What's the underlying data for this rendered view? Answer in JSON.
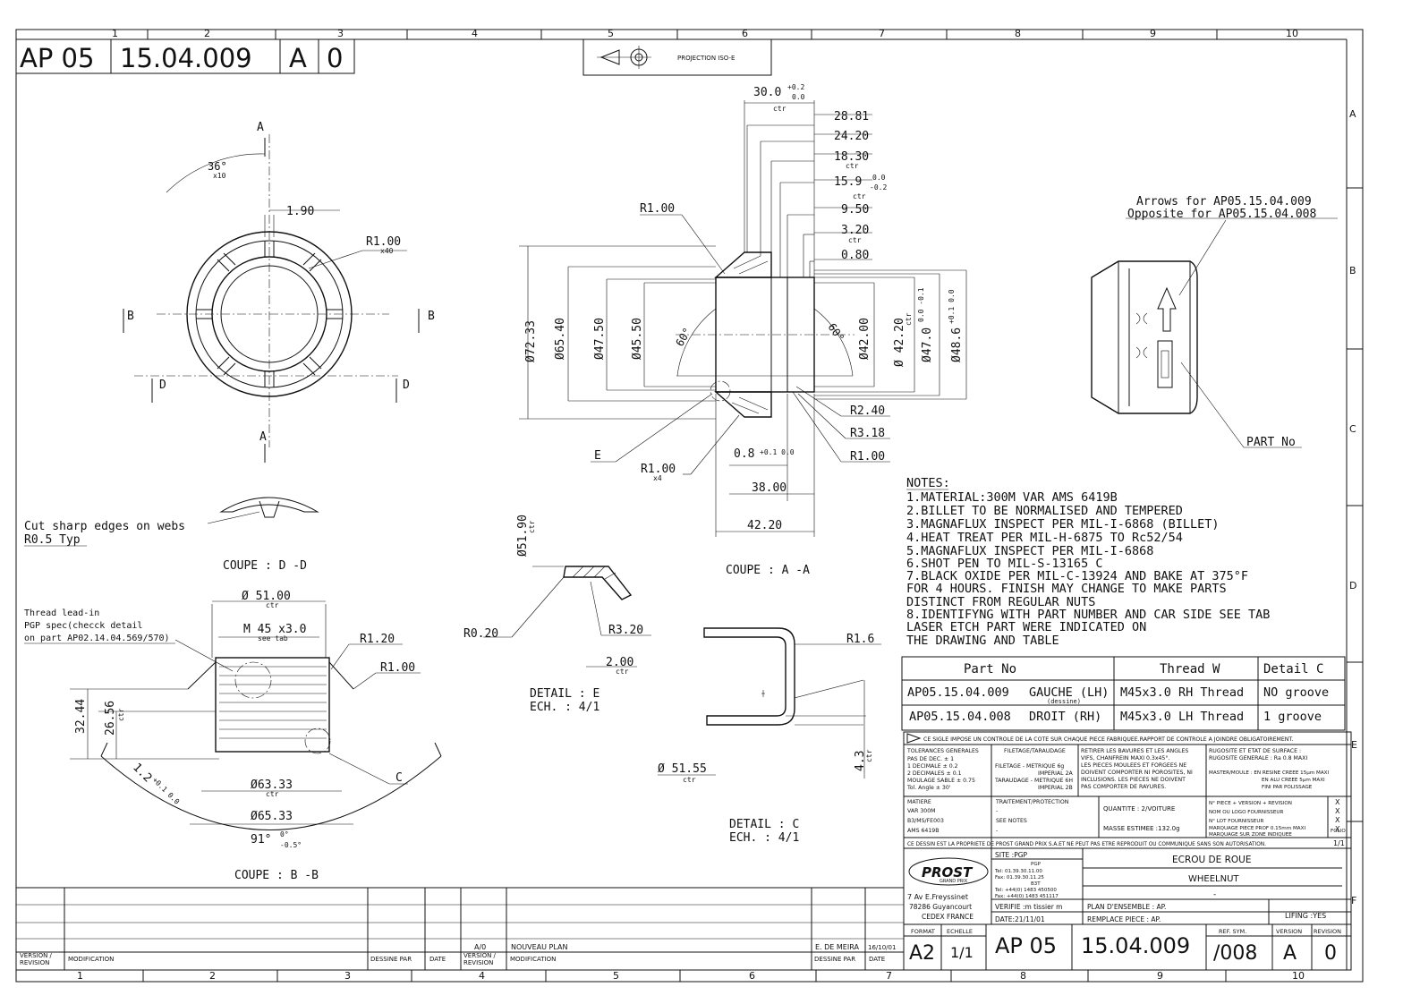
{
  "header": {
    "code_prefix": "AP 05",
    "code_number": "15.04.009",
    "code_version": "A",
    "code_revision": "0",
    "projection": "PROJECTION ISO-E"
  },
  "grid": {
    "columns": [
      "1",
      "2",
      "3",
      "4",
      "5",
      "6",
      "7",
      "8",
      "9",
      "10"
    ],
    "rows": [
      "A",
      "B",
      "C",
      "D",
      "E",
      "F"
    ]
  },
  "views": {
    "section_markers": [
      "A",
      "A",
      "B",
      "B",
      "D",
      "D"
    ],
    "front_angle": "36°",
    "front_angle_mult": "x10",
    "front_dim_190": "1.90",
    "front_r100": "R1.00",
    "front_r100_mult": "x40",
    "webs_note_line1": "Cut sharp edges on webs",
    "webs_note_line2": "R0.5 Typ",
    "coupe_dd": "COUPE : D -D",
    "coupe_bb": "COUPE : B -B",
    "coupe_aa": "COUPE : A -A",
    "thread_note_line1": "Thread lead-in",
    "thread_note_line2": "PGP spec(checck detail",
    "thread_note_line3": "on part AP02.14.04.569/570)",
    "bb_d51": "Ø 51.00",
    "bb_ctr1": "ctr",
    "bb_m45": "M 45 x3.0",
    "bb_seetab": "see tab",
    "bb_r120": "R1.20",
    "bb_r100": "R1.00",
    "bb_3244": "32.44",
    "bb_2656": "26.56",
    "bb_ctr2": "ctr",
    "bb_12": "1.2",
    "bb_12_tol": "+0.1 0.0",
    "bb_c": "C",
    "bb_d6333": "Ø63.33",
    "bb_ctr3": "ctr",
    "bb_d6533": "Ø65.33",
    "bb_91": "91°",
    "bb_91_tol_up": "0°",
    "bb_91_tol_dn": "-0.5°",
    "aa_300": "30.0",
    "aa_300_tol_up": "+0.2",
    "aa_300_tol_dn": "0.0",
    "aa_ctr": "ctr",
    "aa_2881": "28.81",
    "aa_2420": "24.20",
    "aa_1830": "18.30",
    "aa_1830_ctr": "ctr",
    "aa_159": "15.9",
    "aa_159_tol_up": "0.0",
    "aa_159_tol_dn": "-0.2",
    "aa_159_ctr": "ctr",
    "aa_950": "9.50",
    "aa_320": "3.20",
    "aa_320_ctr": "ctr",
    "aa_080": "0.80",
    "aa_r100_top": "R1.00",
    "aa_d7233": "Ø72.33",
    "aa_d6540": "Ø65.40",
    "aa_d4750": "Ø47.50",
    "aa_d4550": "Ø45.50",
    "aa_60a": "60°",
    "aa_60b": "60°",
    "aa_d4200": "Ø42.00",
    "aa_d4220": "Ø 42.20",
    "aa_d4220_ctr": "ctr",
    "aa_d470": "Ø47.0",
    "aa_d470_tol": "0.0 -0.1",
    "aa_d486": "Ø48.6",
    "aa_d486_tol": "+0.1 0.0",
    "aa_r240": "R2.40",
    "aa_r318": "R3.18",
    "aa_r100b": "R1.00",
    "aa_e": "E",
    "aa_r100x4": "R1.00",
    "aa_x4": "x4",
    "aa_08": "0.8",
    "aa_08_tol": "+0.1 0.0",
    "aa_3800": "38.00",
    "aa_4220": "42.20",
    "det_e_d5190": "Ø51.90",
    "det_e_ctr": "ctr",
    "det_e_r020": "R0.20",
    "det_e_r320": "R3.20",
    "det_e_200": "2.00",
    "det_e_ctr2": "ctr",
    "det_e_title": "DETAIL : E",
    "det_e_scale": "ECH. : 4/1",
    "det_c_r16": "R1.6",
    "det_c_d5155": "Ø 51.55",
    "det_c_ctr": "ctr",
    "det_c_43": "4.3",
    "det_c_43_ctr": "ctr",
    "det_c_title": "DETAIL : C",
    "det_c_scale": "ECH. : 4/1",
    "iso_arrows1": "Arrows for AP05.15.04.009",
    "iso_arrows2": "Opposite for AP05.15.04.008",
    "iso_partno": "PART No"
  },
  "notes": {
    "title": "NOTES:",
    "lines": [
      "1.MATERIAL:300M VAR AMS 6419B",
      "2.BILLET TO BE NORMALISED AND TEMPERED",
      "3.MAGNAFLUX INSPECT PER MIL-I-6868 (BILLET)",
      "4.HEAT TREAT PER MIL-H-6875 TO Rc52/54",
      "5.MAGNAFLUX INSPECT PER MIL-I-6868",
      "6.SHOT PEN TO MIL-S-13165 C",
      "7.BLACK OXIDE PER MIL-C-13924 AND BAKE AT 375°F",
      "  FOR 4 HOURS. FINISH MAY CHANGE TO MAKE PARTS",
      "  DISTINCT FROM REGULAR NUTS",
      "8.IDENTIFYNG WITH PART NUMBER AND CAR SIDE SEE TAB",
      "  LASER ETCH PART WERE INDICATED ON",
      "  THE DRAWING AND TABLE"
    ]
  },
  "part_table": {
    "headers": [
      "Part No",
      "Thread W",
      "Detail C"
    ],
    "rows": [
      {
        "part": "AP05.15.04.009",
        "side": "GAUCHE (LH)",
        "side_sub": "(dessine)",
        "thread": "M45x3.0 RH Thread",
        "detail": "NO groove"
      },
      {
        "part": "AP05.15.04.008",
        "side": "DROIT (RH)",
        "side_sub": "",
        "thread": "M45x3.0 LH Thread",
        "detail": "1 groove"
      }
    ]
  },
  "title_block": {
    "control_note": "CE SIGLE IMPOSE UN CONTROLE DE LA COTE SUR CHAQUE PIECE FABRIQUEE.RAPPORT DE CONTROLE A JOINDRE OBLIGATOIREMENT.",
    "tol_title": "TOLERANCES GENERALES",
    "tol_rows": [
      "PAS DE DEC.  ± 1",
      "1 DECIMALE  ± 0.2",
      "2 DECIMALES ± 0.1",
      "MOULAGE SABLE ± 0.75",
      "Tol. Angle ± 30'"
    ],
    "thread_title": "FILETAGE/TARAUDAGE",
    "thread_rows": [
      "FILETAGE - METRIQUE 6g",
      "IMPERIAL 2A",
      "TARAUDAGE - METRIQUE 6H",
      "IMPERIAL 2B"
    ],
    "burr_rows": [
      "RETIRER LES BAVURES ET LES ANGLES",
      "VIFS, CHANFREIN MAXI 0.3x45°.",
      "LES PIECES MOULEES ET FORGEES NE",
      "DOIVENT COMPORTER NI POROSITES, NI",
      "INCLUSIONS. LES PIECES NE DOIVENT",
      "PAS COMPORTER DE RAYURES."
    ],
    "rough_rows": [
      "RUGOSITE ET ETAT DE SURFACE :",
      "RUGOSITE GENERALE : Ra 0.8 MAXI",
      "MASTER/MOULE : EN RESINE CREEE 15µm MAXI",
      "EN ALU CREEE 5µm MAXI",
      "FINI PAR POLISSAGE"
    ],
    "material_title": "MATIERE",
    "material_rows": [
      "VAR 300M",
      "B3/MS/FE003",
      "AMS 6419B"
    ],
    "treatment_title": "TRAITEMENT/PROTECTION",
    "treatment_rows": [
      "-",
      "SEE NOTES",
      "-"
    ],
    "quantity": "QUANTITE : 2/VOITURE",
    "mass": "MASSE ESTIMEE :132.0g",
    "piece_rows": [
      "N° PIECE + VERSION + REVISION",
      "NOM OU LOGO FOURNISSEUR",
      "N° LOT FOURNISSEUR",
      "MARQUAGE PIECE PROF 0.15mm MAXI",
      "MARQUAGE SUR ZONE INDIQUEE"
    ],
    "marks": [
      "X",
      "X",
      "X",
      "X"
    ],
    "folio": "FOLIO",
    "folio_val": "1/1",
    "ownership": "CE DESSIN EST LA PROPRIETE DE PROST GRAND PRIX S.A.ET NE PEUT PAS ETRE REPRODUIT OU COMMUNIQUE SANS SON AUTORISATION.",
    "logo": "PROST",
    "logo_sub": "GRAND PRIX",
    "address": [
      "7 Av E.Freyssinet",
      "78286 Guyancourt",
      "CEDEX FRANCE"
    ],
    "site": "SITE :PGP",
    "site_rows": [
      "PGP",
      "Tel: 01.39.30.11.00",
      "Fax: 01.39.30.11.25",
      "B3T",
      "Tel: +44(0) 1483 450500",
      "Fax: +44(0) 1483 451117"
    ],
    "verify": "VERIFIE :m tissier m",
    "date": "DATE:21/11/01",
    "assembly": "PLAN D'ENSEMBLE : AP.",
    "replace": "REMPLACE PIECE : AP.",
    "name_fr": "ECROU DE ROUE",
    "name_en": "WHEELNUT",
    "name_dash": "-",
    "lifing": "LIFING :YES",
    "format_label": "FORMAT",
    "format": "A2",
    "scale_label": "ECHELLE",
    "scale": "1/1",
    "code_prefix": "AP 05",
    "code_number": "15.04.009",
    "ref_label": "REF. SYM.",
    "ref": "/008",
    "version_label": "VERSION",
    "version": "A",
    "revision_label": "REVISION",
    "revision": "0"
  },
  "revision_block": {
    "rev_code": "A/0",
    "modification": "NOUVEAU PLAN",
    "drawn_by": "E. DE MEIRA",
    "drawn_date": "16/10/01",
    "h_version": "VERSION /",
    "h_revision": "REVISION",
    "h_modification": "MODIFICATION",
    "h_drawn": "DESSINE PAR",
    "h_date": "DATE"
  }
}
